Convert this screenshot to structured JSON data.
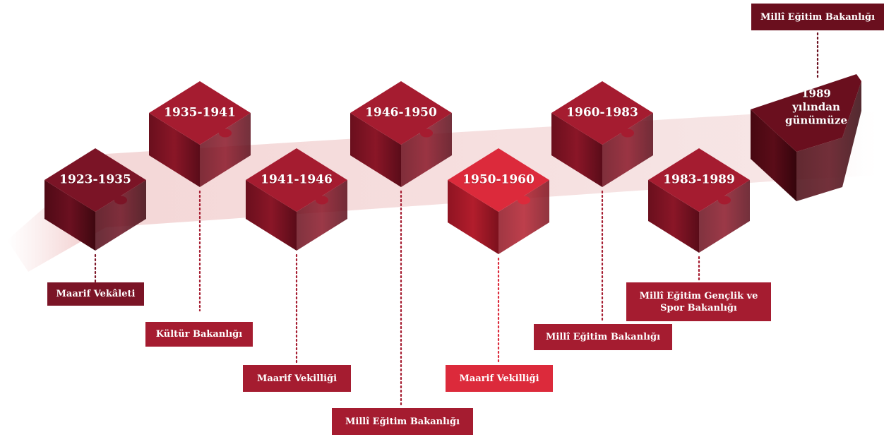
{
  "colors": {
    "dark": "#7b1426",
    "mid": "#a51c30",
    "bright": "#dc2a3b",
    "darkest": "#6a0f1e"
  },
  "blocks": [
    {
      "years": "1923-1935",
      "ministry": "Maarif Vekâleti",
      "color": "dark"
    },
    {
      "years": "1935-1941",
      "ministry": "Kültür Bakanlığı",
      "color": "mid"
    },
    {
      "years": "1941-1946",
      "ministry": "Maarif Vekilliği",
      "color": "mid"
    },
    {
      "years": "1946-1950",
      "ministry": "Millî Eğitim Bakanlığı",
      "color": "mid"
    },
    {
      "years": "1950-1960",
      "ministry": "Maarif Vekilliği",
      "color": "bright"
    },
    {
      "years": "1960-1983",
      "ministry": "Millî Eğitim Bakanlığı",
      "color": "mid"
    },
    {
      "years": "1983-1989",
      "ministry": "Millî Eğitim Gençlik ve Spor Bakanlığı",
      "color": "mid"
    },
    {
      "years": "1989 yılından günümüze",
      "ministry": "Millî Eğitim Bakanlığı",
      "color": "darkest"
    }
  ]
}
